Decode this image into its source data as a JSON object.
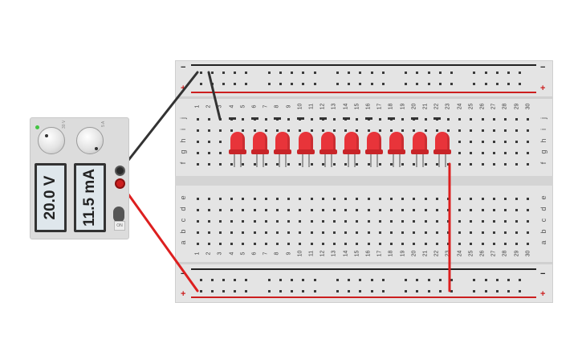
{
  "power_supply": {
    "voltage_display": "20.0 V",
    "current_display": "11.5 mA",
    "voltage_knob_label": "30 V",
    "current_knob_label": "5 A",
    "power_button_label": "ON",
    "colors": {
      "body": "#dcdcdc",
      "lcd": "#dfe7ec",
      "negative_terminal": "#2b2b2b",
      "positive_terminal": "#cc1f1f",
      "indicator": "#42c442"
    }
  },
  "breadboard": {
    "columns": [
      "1",
      "2",
      "3",
      "4",
      "5",
      "6",
      "7",
      "8",
      "9",
      "10",
      "11",
      "12",
      "13",
      "14",
      "15",
      "16",
      "17",
      "18",
      "19",
      "20",
      "21",
      "22",
      "23",
      "24",
      "25",
      "26",
      "27",
      "28",
      "29",
      "30"
    ],
    "top_row_labels": [
      "j",
      "i",
      "h",
      "g",
      "f"
    ],
    "bottom_row_labels": [
      "e",
      "d",
      "c",
      "b",
      "a"
    ],
    "rail_labels": {
      "negative": "−",
      "positive": "+"
    },
    "colors": {
      "body": "#e4e4e4",
      "negative_rail": "#222222",
      "positive_rail": "#cc1f1f"
    }
  },
  "components": {
    "led_count": 10,
    "led_color": "#e8343a",
    "wire_colors": {
      "ground": "#333333",
      "power": "#dd1f1f"
    }
  }
}
